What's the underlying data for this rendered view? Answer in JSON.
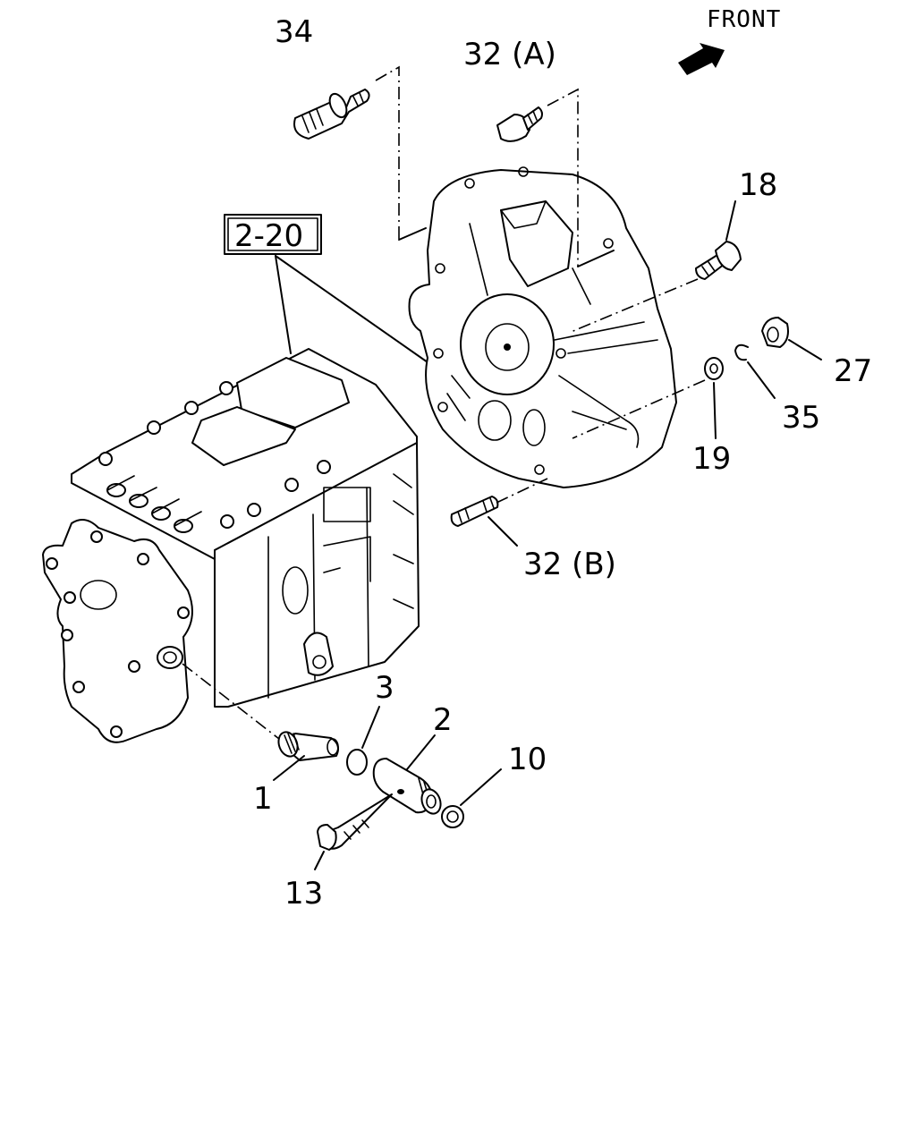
{
  "orientation": {
    "label": "FRONT"
  },
  "reference": {
    "label": "2-20"
  },
  "callouts": [
    {
      "id": "1",
      "text": "1"
    },
    {
      "id": "2",
      "text": "2"
    },
    {
      "id": "3",
      "text": "3"
    },
    {
      "id": "10",
      "text": "10"
    },
    {
      "id": "13",
      "text": "13"
    },
    {
      "id": "18",
      "text": "18"
    },
    {
      "id": "19",
      "text": "19"
    },
    {
      "id": "27",
      "text": "27"
    },
    {
      "id": "32A",
      "text": "32 (A)"
    },
    {
      "id": "32B",
      "text": "32 (B)"
    },
    {
      "id": "34",
      "text": "34"
    },
    {
      "id": "35",
      "text": "35"
    }
  ]
}
